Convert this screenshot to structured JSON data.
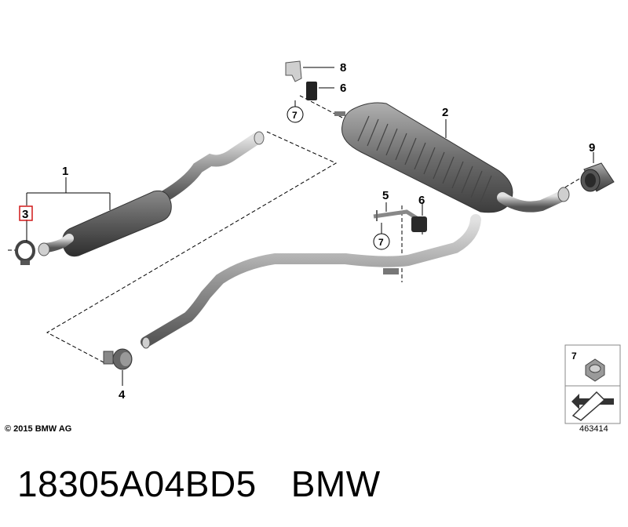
{
  "callouts": {
    "c1": "1",
    "c2": "2",
    "c3": "3",
    "c4": "4",
    "c5": "5",
    "c6a": "6",
    "c6b": "6",
    "c7a": "7",
    "c7b": "7",
    "c8": "8",
    "c9": "9",
    "legend7": "7"
  },
  "copyright": "© 2015 BMW AG",
  "drawing_number": "463414",
  "part_code": "18305A04BD5",
  "brand": "BMW",
  "colors": {
    "highlight": "#d01818",
    "part_dark": "#4a4a4a",
    "part_mid": "#8a8a8a",
    "part_light": "#c8c8c8"
  },
  "icons": [
    "nut-icon",
    "arrow-icon"
  ]
}
